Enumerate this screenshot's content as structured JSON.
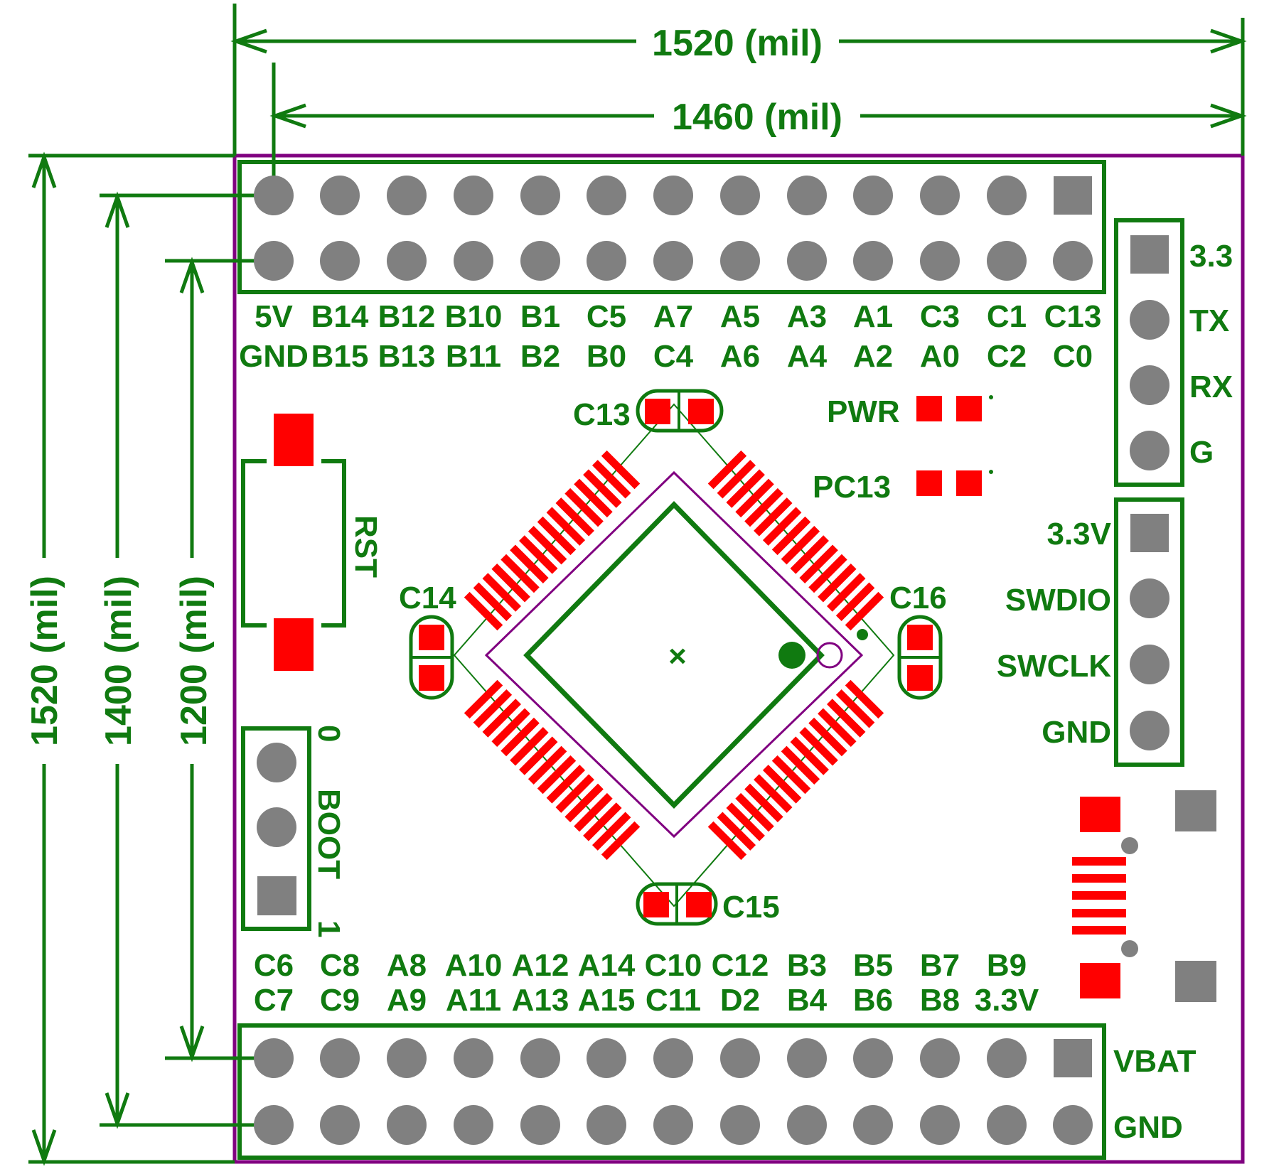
{
  "colors": {
    "silkscreen": "#107a10",
    "board_outline": "#800080",
    "pad_copper": "#ff0000",
    "through_hole": "#808080"
  },
  "dimensions": {
    "width_outer": "1520 (mil)",
    "width_inner": "1460 (mil)",
    "height_outer": "1520 (mil)",
    "height_mid": "1400 (mil)",
    "height_inner": "1200 (mil)"
  },
  "top_header": {
    "row1_labels": [
      "5V",
      "B14",
      "B12",
      "B10",
      "B1",
      "C5",
      "A7",
      "A5",
      "A3",
      "A1",
      "C3",
      "C1",
      "C13"
    ],
    "row2_labels": [
      "GND",
      "B15",
      "B13",
      "B11",
      "B2",
      "B0",
      "C4",
      "A6",
      "A4",
      "A2",
      "A0",
      "C2",
      "C0"
    ]
  },
  "bottom_header": {
    "row1_labels": [
      "C6",
      "C8",
      "A8",
      "A10",
      "A12",
      "A14",
      "C10",
      "C12",
      "B3",
      "B5",
      "B7",
      "B9"
    ],
    "row2_labels": [
      "C7",
      "C9",
      "A9",
      "A11",
      "A13",
      "A15",
      "C11",
      "D2",
      "B4",
      "B6",
      "B8",
      "3.3V"
    ],
    "side_labels": [
      "VBAT",
      "GND"
    ]
  },
  "uart_header": {
    "labels": [
      "3.3",
      "TX",
      "RX",
      "G"
    ]
  },
  "swd_header": {
    "labels": [
      "3.3V",
      "SWDIO",
      "SWCLK",
      "GND"
    ]
  },
  "components": {
    "reset_label": "RST",
    "boot_label": "BOOT",
    "boot_pos0": "0",
    "boot_pos1": "1",
    "cap_top": "C13",
    "cap_left": "C14",
    "cap_right": "C16",
    "cap_bottom": "C15",
    "led_power": "PWR",
    "led_pc13": "PC13",
    "chip_center_mark": "×"
  }
}
